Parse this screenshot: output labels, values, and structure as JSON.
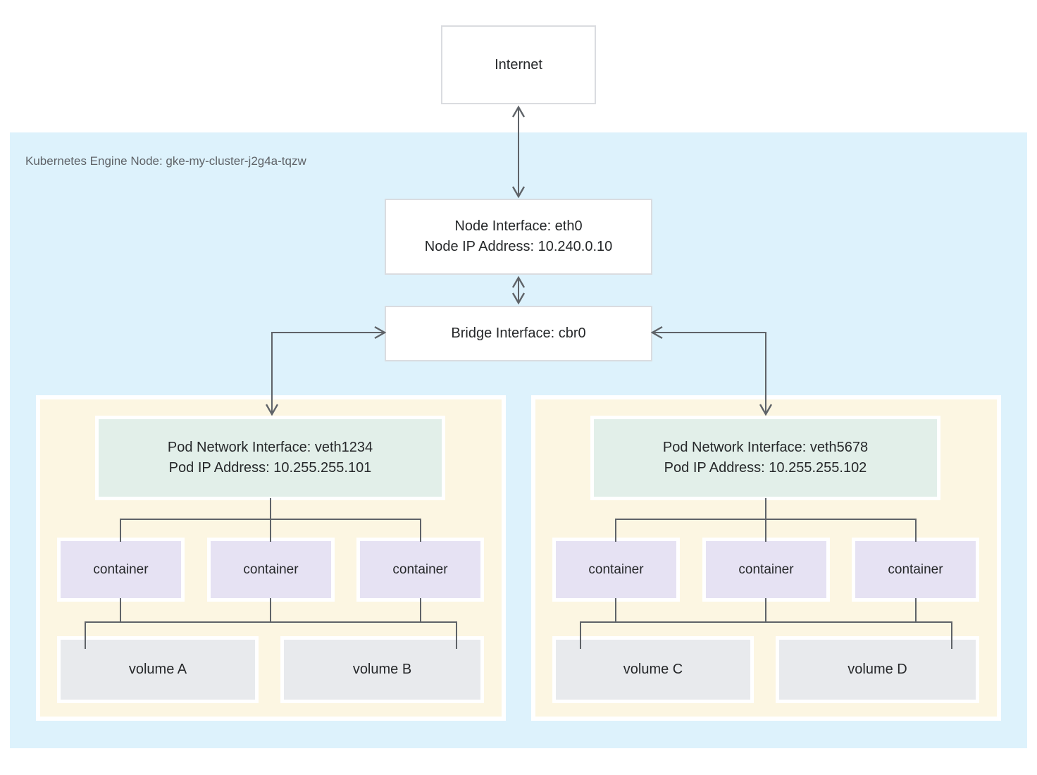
{
  "colors": {
    "canvas-bg": "#ffffff",
    "node-bg": "#ddf2fc",
    "pod-bg": "#fcf6e2",
    "interface-green": "#e2efe9",
    "container-purple": "#e6e2f3",
    "volume-gray": "#e8eaed",
    "box-border": "#dadce0",
    "line": "#5f6368",
    "text-dark": "#26282a",
    "text-muted": "#5f6368"
  },
  "internet": {
    "label": "Internet"
  },
  "node": {
    "label": "Kubernetes Engine Node: gke-my-cluster-j2g4a-tqzw",
    "interface": {
      "line1": "Node Interface: eth0",
      "line2": "Node IP Address: 10.240.0.10"
    },
    "bridge": {
      "label": "Bridge Interface: cbr0"
    }
  },
  "pods": [
    {
      "interface": {
        "line1": "Pod Network Interface: veth1234",
        "line2": "Pod IP Address: 10.255.255.101"
      },
      "containers": [
        "container",
        "container",
        "container"
      ],
      "volumes": [
        "volume A",
        "volume B"
      ]
    },
    {
      "interface": {
        "line1": "Pod Network Interface: veth5678",
        "line2": "Pod IP Address: 10.255.255.102"
      },
      "containers": [
        "container",
        "container",
        "container"
      ],
      "volumes": [
        "volume C",
        "volume D"
      ]
    }
  ]
}
